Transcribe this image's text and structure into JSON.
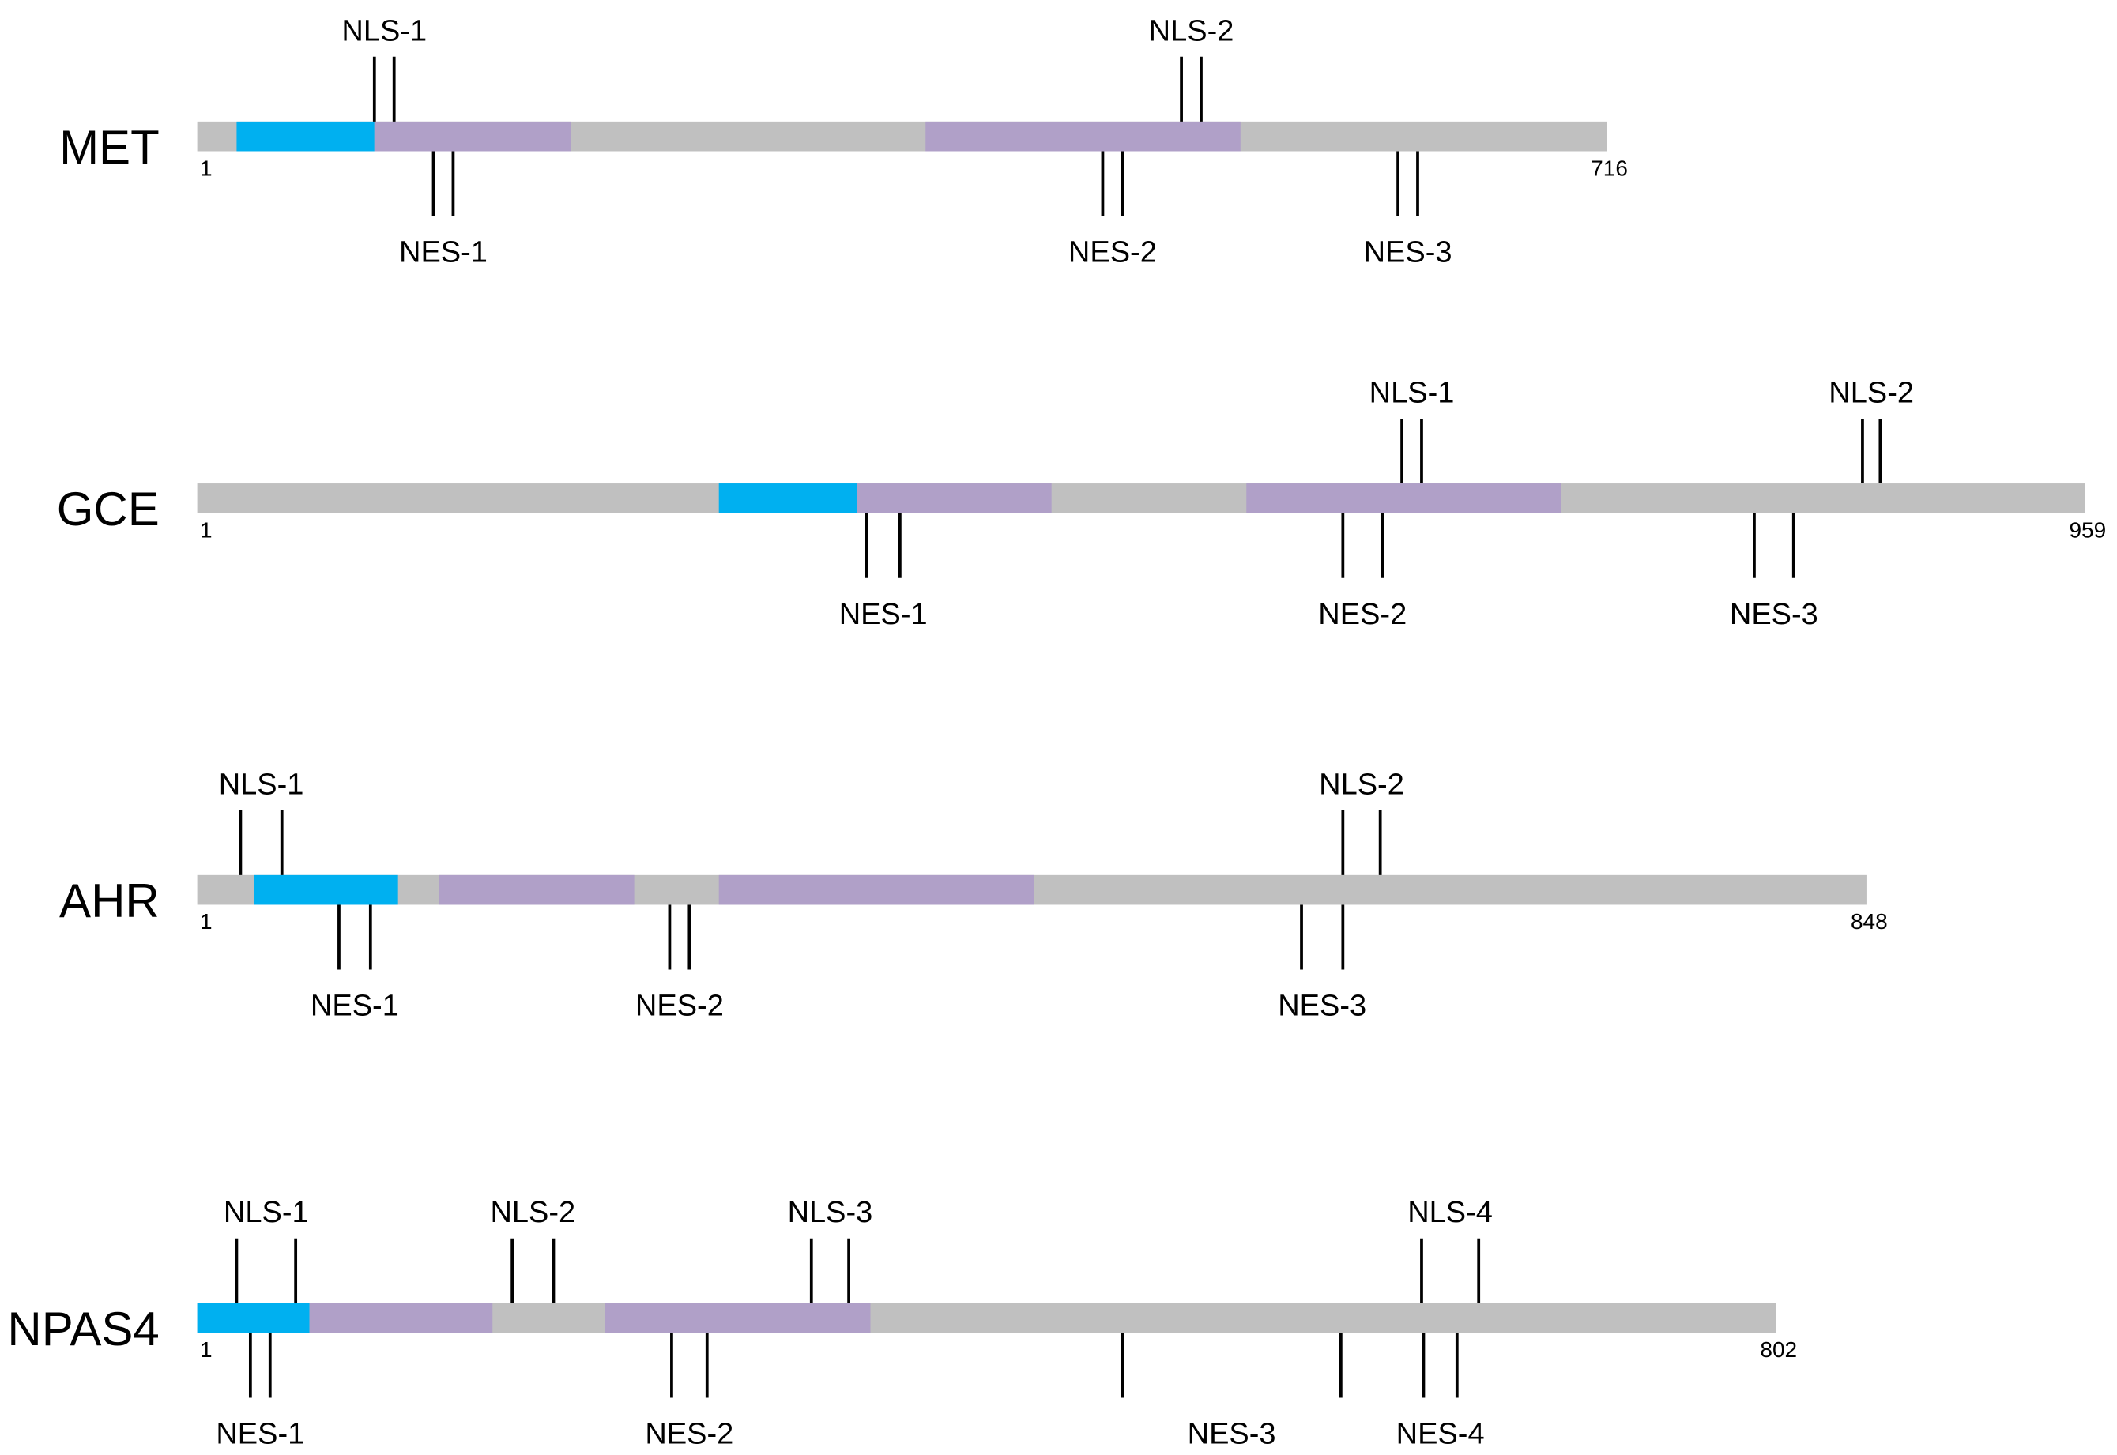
{
  "colors": {
    "background": "#ffffff",
    "backbone": "#c0c0c0",
    "blue_domain": "#00b0f0",
    "purple_domain": "#b0a0c8",
    "marker": "#000000"
  },
  "proteins": [
    {
      "name": "MET",
      "start_label": "1",
      "end_label": "716",
      "length": 716,
      "domains": [
        {
          "type": "blue",
          "start": 20,
          "end": 90
        },
        {
          "type": "purple",
          "start": 90,
          "end": 190
        },
        {
          "type": "purple",
          "start": 370,
          "end": 530
        }
      ],
      "sites": [
        {
          "label": "NLS-1",
          "side": "above",
          "ticks": [
            90,
            100
          ]
        },
        {
          "label": "NLS-2",
          "side": "above",
          "ticks": [
            500,
            510
          ]
        },
        {
          "label": "NES-1",
          "side": "below",
          "ticks": [
            120,
            130
          ]
        },
        {
          "label": "NES-2",
          "side": "below",
          "ticks": [
            460,
            470
          ]
        },
        {
          "label": "NES-3",
          "side": "below",
          "ticks": [
            610,
            620
          ]
        }
      ]
    },
    {
      "name": "GCE",
      "start_label": "1",
      "end_label": "959",
      "length": 959,
      "domains": [
        {
          "type": "blue",
          "start": 265,
          "end": 335
        },
        {
          "type": "purple",
          "start": 335,
          "end": 434
        },
        {
          "type": "purple",
          "start": 533,
          "end": 693
        }
      ],
      "sites": [
        {
          "label": "NLS-1",
          "side": "above",
          "ticks": [
            612,
            622
          ]
        },
        {
          "label": "NLS-2",
          "side": "above",
          "ticks": [
            846,
            855
          ]
        },
        {
          "label": "NES-1",
          "side": "below",
          "ticks": [
            340,
            357
          ]
        },
        {
          "label": "NES-2",
          "side": "below",
          "ticks": [
            582,
            602
          ]
        },
        {
          "label": "NES-3",
          "side": "below",
          "ticks": [
            791,
            811
          ]
        }
      ]
    },
    {
      "name": "AHR",
      "start_label": "1",
      "end_label": "848",
      "length": 848,
      "domains": [
        {
          "type": "blue",
          "start": 29,
          "end": 102
        },
        {
          "type": "purple",
          "start": 123,
          "end": 222
        },
        {
          "type": "purple",
          "start": 265,
          "end": 425
        }
      ],
      "sites": [
        {
          "label": "NLS-1",
          "side": "above",
          "ticks": [
            22,
            43
          ]
        },
        {
          "label": "NLS-2",
          "side": "above",
          "ticks": [
            582,
            601
          ]
        },
        {
          "label": "NES-1",
          "side": "below",
          "ticks": [
            72,
            88
          ]
        },
        {
          "label": "NES-2",
          "side": "below",
          "ticks": [
            240,
            250
          ]
        },
        {
          "label": "NES-3",
          "side": "below",
          "ticks": [
            561,
            582
          ]
        }
      ]
    },
    {
      "name": "NPAS4",
      "start_label": "1",
      "end_label": "802",
      "length": 802,
      "domains": [
        {
          "type": "blue",
          "start": 0,
          "end": 57
        },
        {
          "type": "purple",
          "start": 57,
          "end": 150
        },
        {
          "type": "purple",
          "start": 207,
          "end": 342
        }
      ],
      "sites": [
        {
          "label": "NLS-1",
          "side": "above",
          "ticks": [
            20,
            50
          ]
        },
        {
          "label": "NLS-2",
          "side": "above",
          "ticks": [
            160,
            181
          ]
        },
        {
          "label": "NLS-3",
          "side": "above",
          "ticks": [
            312,
            331
          ]
        },
        {
          "label": "NLS-4",
          "side": "above",
          "ticks": [
            622,
            651
          ]
        },
        {
          "label": "NES-1",
          "side": "below",
          "ticks": [
            27,
            37
          ]
        },
        {
          "label": "NES-2",
          "side": "below",
          "ticks": [
            241,
            259
          ]
        },
        {
          "label": "NES-3",
          "side": "below",
          "ticks": [
            470,
            581
          ]
        },
        {
          "label": "NES-4",
          "side": "below",
          "ticks": [
            623,
            640
          ]
        }
      ]
    }
  ]
}
